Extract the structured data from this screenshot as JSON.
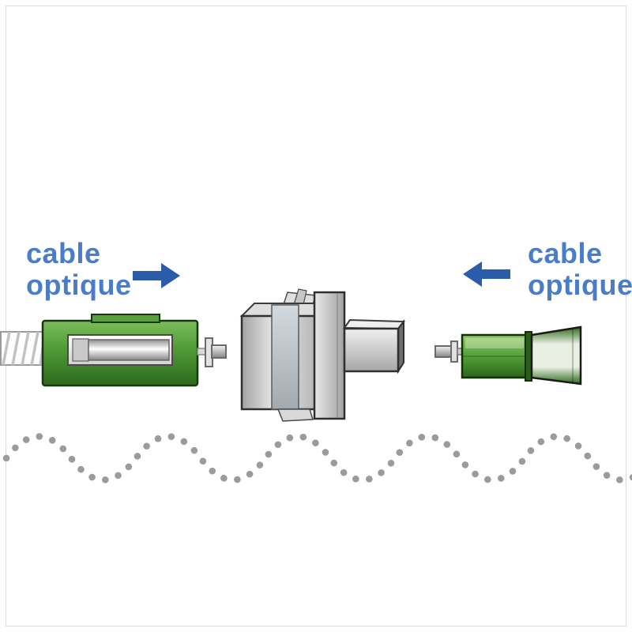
{
  "labels": {
    "left": {
      "line1": "cable",
      "line2": "optique"
    },
    "right": {
      "line1": "cable",
      "line2": "optique"
    }
  },
  "colors": {
    "label_blue": "#4a7dc9",
    "arrow_blue": "#2a5caa",
    "connector_green": "#4f9a36",
    "connector_green_dark": "#17380d",
    "metal_gray": "#c8c8c8",
    "dot_gray": "#9b9b9b",
    "background": "#ffffff"
  },
  "icons": {
    "left_arrow": "arrow-right-icon",
    "right_arrow": "arrow-left-icon",
    "left_connector": "fiber-connector-sc",
    "adapter": "fiber-adapter-coupler",
    "right_connector": "fiber-connector-lc",
    "wave": "dotted-wave"
  }
}
